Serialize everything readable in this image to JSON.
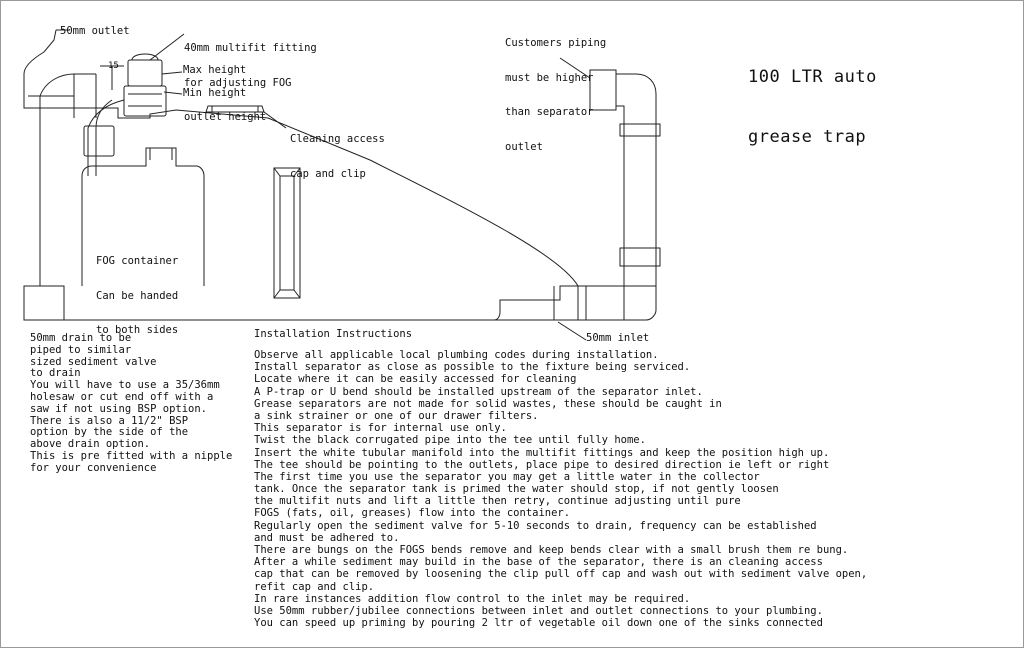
{
  "title": [
    "100 LTR auto",
    "grease trap"
  ],
  "labels": {
    "outlet_50mm": "50mm outlet",
    "multifit": [
      "40mm multifit fitting",
      "for adjusting FOG",
      "outlet height"
    ],
    "dim_15": "15",
    "max_height": "Max height",
    "min_height": "Min height",
    "cleaning_access": [
      "Cleaning access",
      "cap and clip"
    ],
    "customers_piping": [
      "Customers piping",
      "must be higher",
      "than separator",
      "outlet"
    ],
    "fog_container": [
      "FOG container",
      "Can be handed",
      "to both sides"
    ],
    "inlet_50mm": "50mm inlet"
  },
  "left_notes": [
    "50mm drain to be",
    "piped to similar",
    "sized sediment valve",
    "to drain",
    "You will have to use a 35/36mm",
    "holesaw or cut end off with a",
    "saw if not using BSP option.",
    "There is also a 11/2\" BSP",
    "option by the side of the",
    "above drain option.",
    "This is pre fitted with a nipple",
    "for your convenience"
  ],
  "instructions_heading": "Installation Instructions",
  "instructions": [
    "Observe all applicable local plumbing codes during installation.",
    "Install separator as close as possible to the fixture being serviced.",
    "Locate where it can be easily accessed for cleaning",
    "A P-trap or U bend should be installed upstream of the separator inlet.",
    "Grease separators are not made for solid wastes, these should be caught in",
    "a sink strainer or one of our drawer filters.",
    "This separator is for internal use only.",
    "Twist the black corrugated pipe into the tee until fully home.",
    "Insert the white tubular manifold into the multifit fittings and keep the position high up.",
    "The tee should be pointing to the outlets, place pipe to desired direction ie left or right",
    "The first time you use the separator you may get a little water in the collector",
    "tank. Once the separator tank is primed the water should stop, if not gently loosen",
    "the multifit nuts and lift a little then retry, continue adjusting until pure",
    "FOGS (fats, oil, greases) flow into the container.",
    "Regularly open the sediment valve for 5-10 seconds to drain, frequency can be established",
    "and must be adhered to.",
    "There are bungs on the FOGS bends remove and keep bends clear with a small brush them re bung.",
    "After a while sediment may build in the base of the separator, there is an cleaning access",
    "cap that can be removed by loosening the clip pull off cap and wash out with sediment valve open,",
    "refit cap and clip.",
    "In rare instances addition flow control to the inlet may be required.",
    "Use 50mm rubber/jubilee connections between inlet and outlet connections to your plumbing.",
    "You can speed up priming by pouring 2 ltr of vegetable oil down one of the sinks connected"
  ]
}
